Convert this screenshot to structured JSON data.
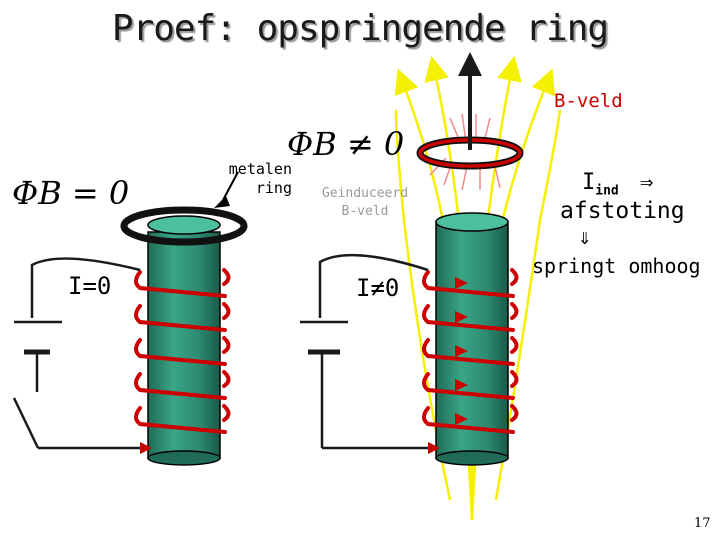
{
  "slide": {
    "title": "Proef: opspringende ring",
    "b_field_label": "B-veld",
    "ring_label_line1": "metalen",
    "ring_label_line2": "ring",
    "induced_line1": "Geinduceerd",
    "induced_line2": "B-veld",
    "current_zero": "I=0",
    "current_nonzero": "I≠0",
    "iind_main": "I",
    "iind_sub": "ind",
    "implies": "⇒",
    "repulsion": "afstoting",
    "down_implies": "⇓",
    "jumps_up": "springt omhoog",
    "flux_zero": "ΦB = 0",
    "flux_nonzero": "ΦB ≠ 0",
    "page_number": "17"
  },
  "colors": {
    "coil": "#cc0000",
    "cylinder": "#2e8b73",
    "field_lines": "#f5f000",
    "ring": "#cc0000",
    "arrow": "#1a1a1a",
    "induced_text": "#9a9a9a"
  }
}
